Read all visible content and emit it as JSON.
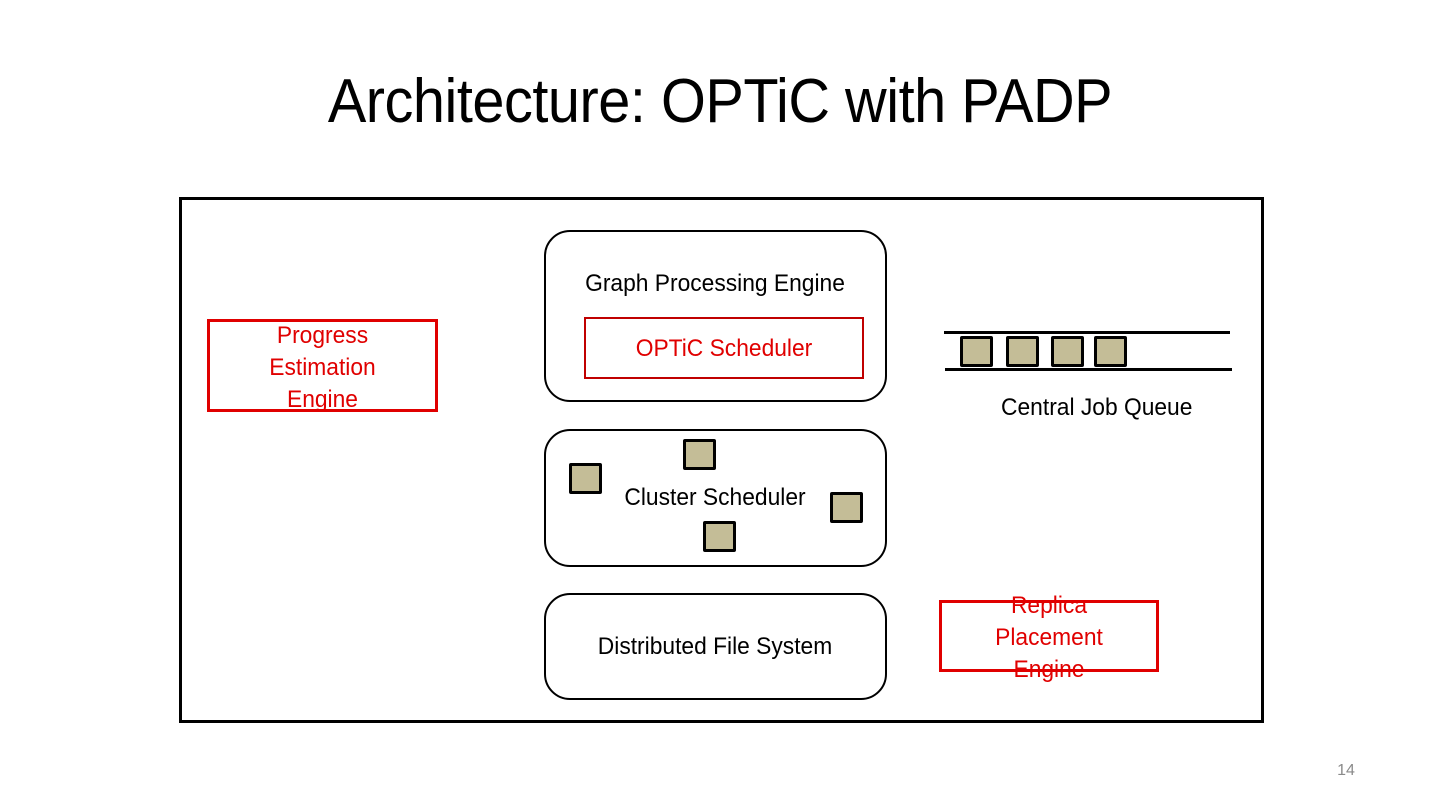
{
  "slide": {
    "title": "Architecture: OPTiC with PADP",
    "page_number": "14"
  },
  "diagram": {
    "progress_engine": {
      "lines": [
        "Progress",
        "Estimation",
        "Engine"
      ]
    },
    "graph_engine": {
      "label": "Graph Processing Engine",
      "scheduler_label": "OPTiC Scheduler"
    },
    "cluster_scheduler": {
      "label": "Cluster Scheduler",
      "job_count": 4
    },
    "dfs": {
      "label": "Distributed File System"
    },
    "job_queue": {
      "label": "Central Job Queue",
      "queued_jobs": 4
    },
    "replica_engine": {
      "lines": [
        "Replica",
        "Placement",
        "Engine"
      ]
    }
  },
  "colors": {
    "highlight_red": "#e00000",
    "scheduler_border": "#c00000",
    "job_fill": "#c4bd97",
    "page_number": "#8a8a8a"
  }
}
